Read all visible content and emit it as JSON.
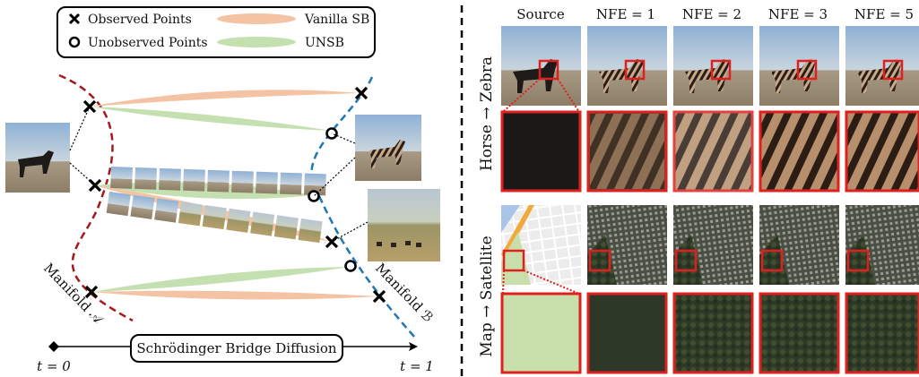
{
  "legend": {
    "observed_label": "Observed Points",
    "unobserved_label": "Unobserved Points",
    "vanilla_label": "Vanilla SB",
    "unsb_label": "UNSB"
  },
  "left_panel": {
    "manifold_a_label": "Manifold 𝒜",
    "manifold_b_label": "Manifold ℬ",
    "t_start_label": "t = 0",
    "t_end_label": "t = 1",
    "bridge_label": "Schrödinger Bridge Diffusion"
  },
  "right_panel": {
    "columns": [
      "Source",
      "NFE = 1",
      "NFE = 2",
      "NFE = 3",
      "NFE = 5"
    ],
    "row_labels": [
      "Horse → Zebra",
      "Map → Satellite"
    ]
  },
  "colors": {
    "manifold_a": "#a5191c",
    "manifold_b": "#1f77b4",
    "vanilla_sb": "#f4c3a3",
    "unsb": "#c5e0b0",
    "highlight": "#e0201e"
  }
}
